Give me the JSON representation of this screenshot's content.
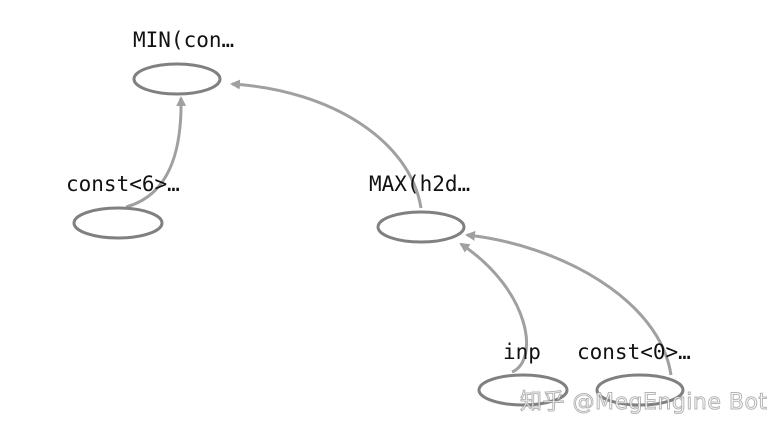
{
  "diagram": {
    "type": "computation-graph",
    "edge_color": "#a0a0a0",
    "node_stroke_color": "#808080",
    "nodes": [
      {
        "id": "min",
        "label": "MIN(con…"
      },
      {
        "id": "const6",
        "label": "const<6>…"
      },
      {
        "id": "max",
        "label": "MAX(h2d…"
      },
      {
        "id": "inp",
        "label": "inp"
      },
      {
        "id": "const0",
        "label": "const<0>…"
      }
    ],
    "edges": [
      {
        "from": "const6",
        "to": "min"
      },
      {
        "from": "max",
        "to": "min"
      },
      {
        "from": "inp",
        "to": "max"
      },
      {
        "from": "const0",
        "to": "max"
      }
    ]
  },
  "watermark": {
    "text": "知乎 @MegEngine Bot"
  }
}
